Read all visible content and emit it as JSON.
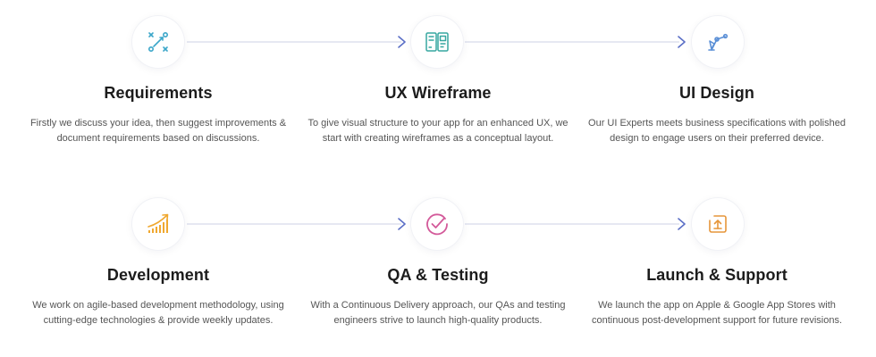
{
  "steps": [
    {
      "title": "Requirements",
      "desc": "Firstly we discuss your idea, then suggest improvements & document requirements based on discussions.",
      "icon": "strategy-icon",
      "color": "#3aa6c9"
    },
    {
      "title": "UX Wireframe",
      "desc": "To give visual structure to your app for an enhanced UX, we start with creating wireframes as a conceptual layout.",
      "icon": "wireframe-icon",
      "color": "#36a7a0"
    },
    {
      "title": "UI Design",
      "desc": "Our UI Experts meets business specifications with polished design to engage users on their preferred device.",
      "icon": "pen-tool-icon",
      "color": "#5a8fd6"
    },
    {
      "title": "Development",
      "desc": "We work on agile-based development methodology, using cutting-edge technologies & provide weekly updates.",
      "icon": "growth-chart-icon",
      "color": "#f0a830"
    },
    {
      "title": "QA & Testing",
      "desc": "With a Continuous Delivery approach, our QAs and testing engineers strive to launch high-quality products.",
      "icon": "check-circle-icon",
      "color": "#d35a9a"
    },
    {
      "title": "Launch & Support",
      "desc": "We launch the app on Apple & Google App Stores with continuous post-development support for future revisions.",
      "icon": "launch-icon",
      "color": "#e6963a"
    }
  ],
  "colors": {
    "connector": "#e3e6f0",
    "chevron": "#5b6fc6",
    "title": "#1c1c1c",
    "text": "#555555"
  }
}
